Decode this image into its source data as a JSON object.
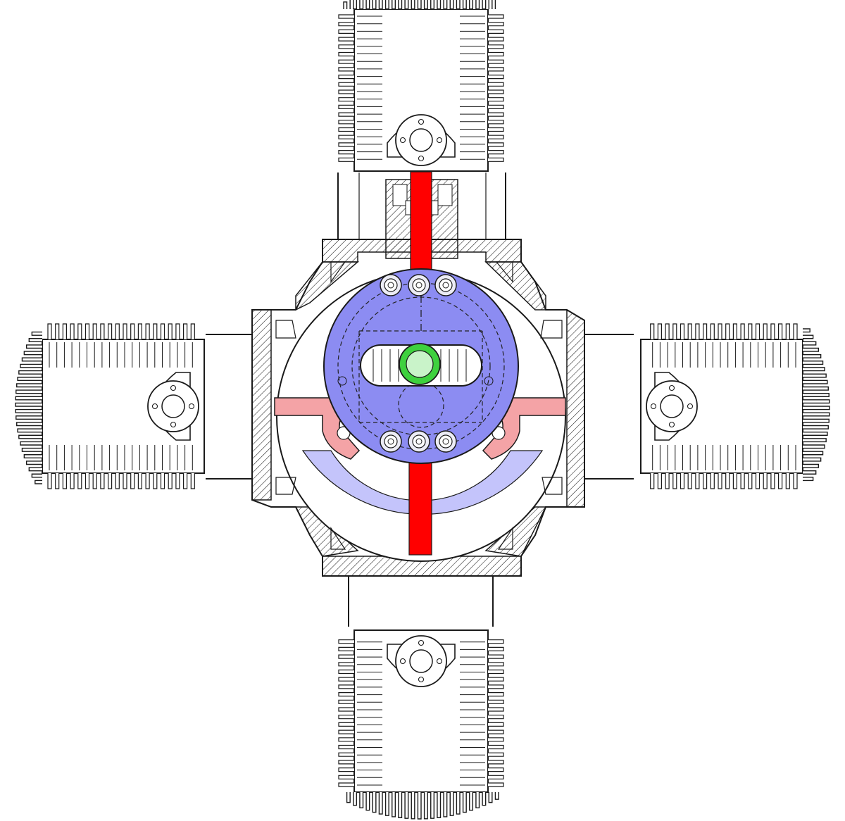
{
  "diagram": {
    "subject": "",
    "colors": {
      "background": "#ffffff",
      "line": "#1a1a1a",
      "rotor_disc": "#8c8cf2",
      "lower_segment": "#c4c4fb",
      "connecting_rods": "#ff0000",
      "side_arms": "#f4a3a6",
      "crank_pin": "#3ed13e",
      "crank_pin_core": "#c9f3c9"
    },
    "cylinders": [
      {
        "position": "top",
        "icon": "finned-cylinder"
      },
      {
        "position": "bottom",
        "icon": "finned-cylinder"
      },
      {
        "position": "left",
        "icon": "finned-cylinder"
      },
      {
        "position": "right",
        "icon": "finned-cylinder"
      }
    ],
    "parts": [
      "crankcase",
      "rotor-disc",
      "connecting-rod-top",
      "connecting-rod-bottom",
      "side-arm-left",
      "side-arm-right",
      "crank-pin",
      "bearing-slot",
      "bolt-group-top",
      "bolt-group-bottom",
      "piston-top"
    ]
  }
}
